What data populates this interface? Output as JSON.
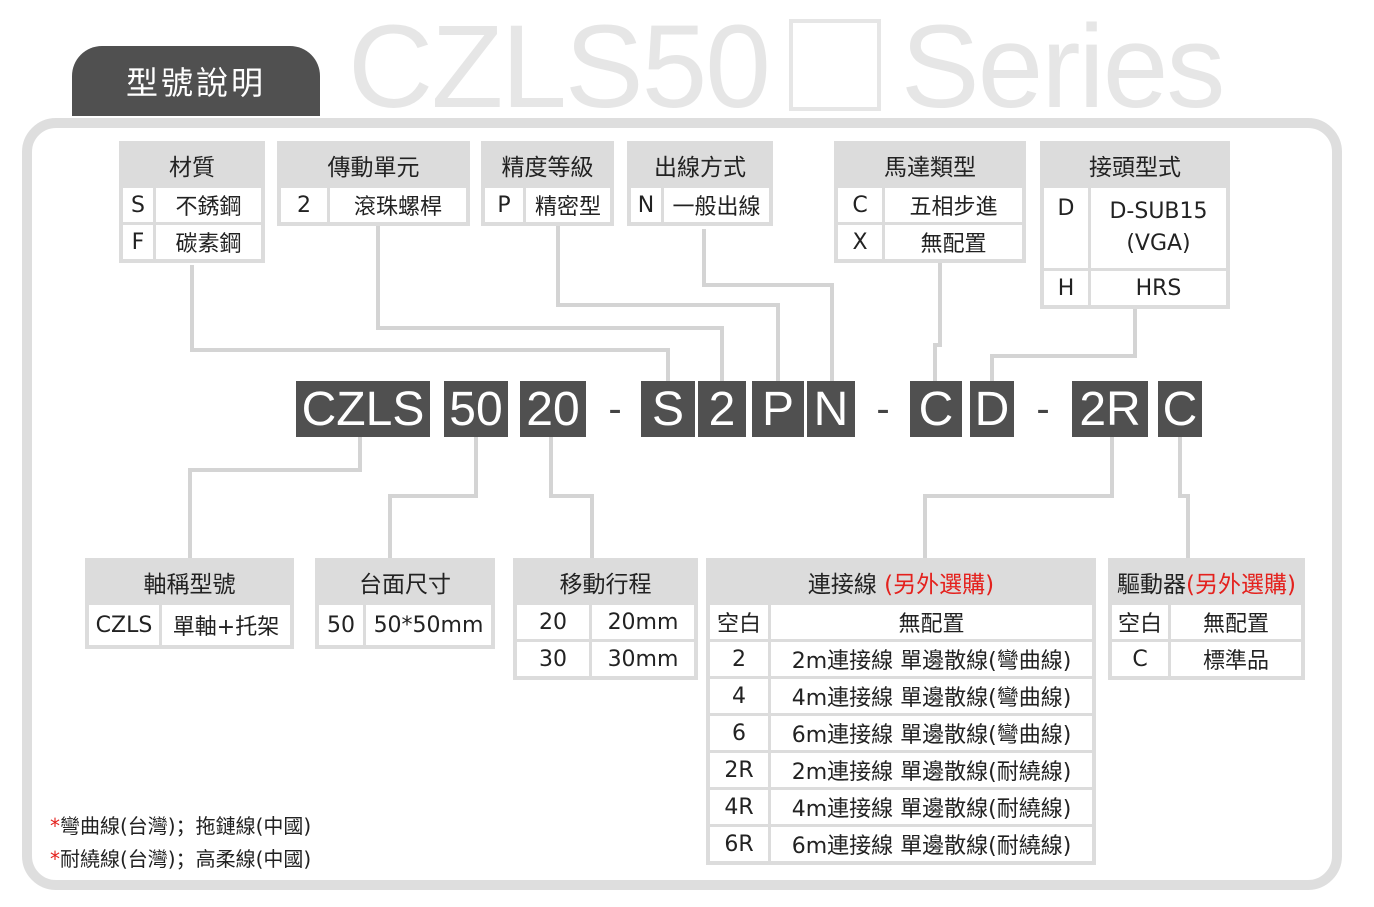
{
  "header": {
    "label": "型號說明",
    "series_title_left": "CZLS50",
    "series_title_right": "Series"
  },
  "code_segments": [
    "CZLS",
    "50",
    "20",
    "-",
    "S",
    "2",
    "P",
    "N",
    "-",
    "C",
    "D",
    "-",
    "2R",
    "C"
  ],
  "tables": {
    "material": {
      "title": "材質",
      "rows": [
        [
          "S",
          "不銹鋼"
        ],
        [
          "F",
          "碳素鋼"
        ]
      ]
    },
    "drive": {
      "title": "傳動單元",
      "rows": [
        [
          "2",
          "滾珠螺桿"
        ]
      ]
    },
    "precision": {
      "title": "精度等級",
      "rows": [
        [
          "P",
          "精密型"
        ]
      ]
    },
    "outlet": {
      "title": "出線方式",
      "rows": [
        [
          "N",
          "一般出線"
        ]
      ]
    },
    "motor": {
      "title": "馬達類型",
      "rows": [
        [
          "C",
          "五相步進"
        ],
        [
          "X",
          "無配置"
        ]
      ]
    },
    "connector": {
      "title": "接頭型式",
      "rows": [
        [
          "D",
          "D-SUB15\n(VGA)"
        ],
        [
          "H",
          "HRS"
        ]
      ]
    },
    "axis": {
      "title": "軸稱型號",
      "rows": [
        [
          "CZLS",
          "單軸+托架"
        ]
      ]
    },
    "table_size": {
      "title": "台面尺寸",
      "rows": [
        [
          "50",
          "50*50mm"
        ]
      ]
    },
    "stroke": {
      "title": "移動行程",
      "rows": [
        [
          "20",
          "20mm"
        ],
        [
          "30",
          "30mm"
        ]
      ]
    },
    "cable": {
      "title": "連接線",
      "title_note": "(另外選購)",
      "rows": [
        [
          "空白",
          "無配置"
        ],
        [
          "2",
          "2m連接線 單邊散線(彎曲線)"
        ],
        [
          "4",
          "4m連接線 單邊散線(彎曲線)"
        ],
        [
          "6",
          "6m連接線 單邊散線(彎曲線)"
        ],
        [
          "2R",
          "2m連接線 單邊散線(耐繞線)"
        ],
        [
          "4R",
          "4m連接線 單邊散線(耐繞線)"
        ],
        [
          "6R",
          "6m連接線 單邊散線(耐繞線)"
        ]
      ]
    },
    "driver": {
      "title": "驅動器",
      "title_note": "(另外選購)",
      "rows": [
        [
          "空白",
          "無配置"
        ],
        [
          "C",
          "標準品"
        ]
      ]
    }
  },
  "notes": [
    {
      "star": "*",
      "text": "彎曲線(台灣)；拖鏈線(中國)"
    },
    {
      "star": "*",
      "text": "耐繞線(台灣)；高柔線(中國)"
    }
  ],
  "colors": {
    "dark_box": "#505050",
    "header_gray": "#dcdcdc",
    "line_gray": "#d4d4d4",
    "accent_red": "#e4211d"
  }
}
